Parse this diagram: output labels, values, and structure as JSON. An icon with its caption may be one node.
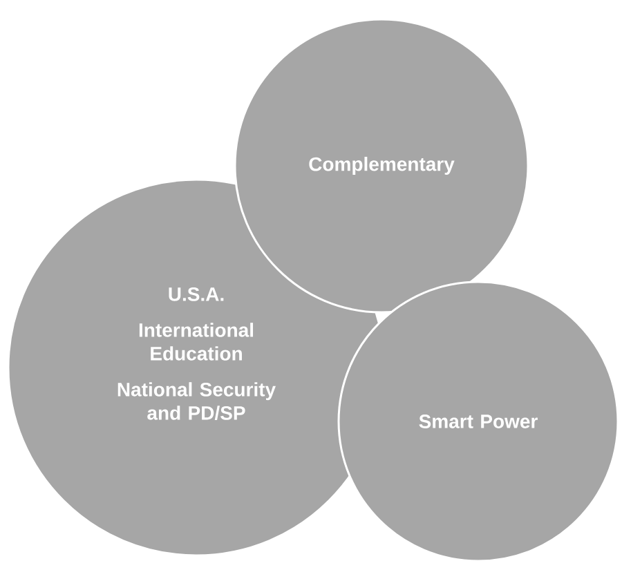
{
  "diagram": {
    "nodes": [
      {
        "text": [
          "U.S.A.",
          "International Education",
          "National Security and PD/SP"
        ]
      },
      {
        "text": [
          "Complementary"
        ]
      },
      {
        "text": [
          "Smart Power"
        ]
      }
    ]
  }
}
